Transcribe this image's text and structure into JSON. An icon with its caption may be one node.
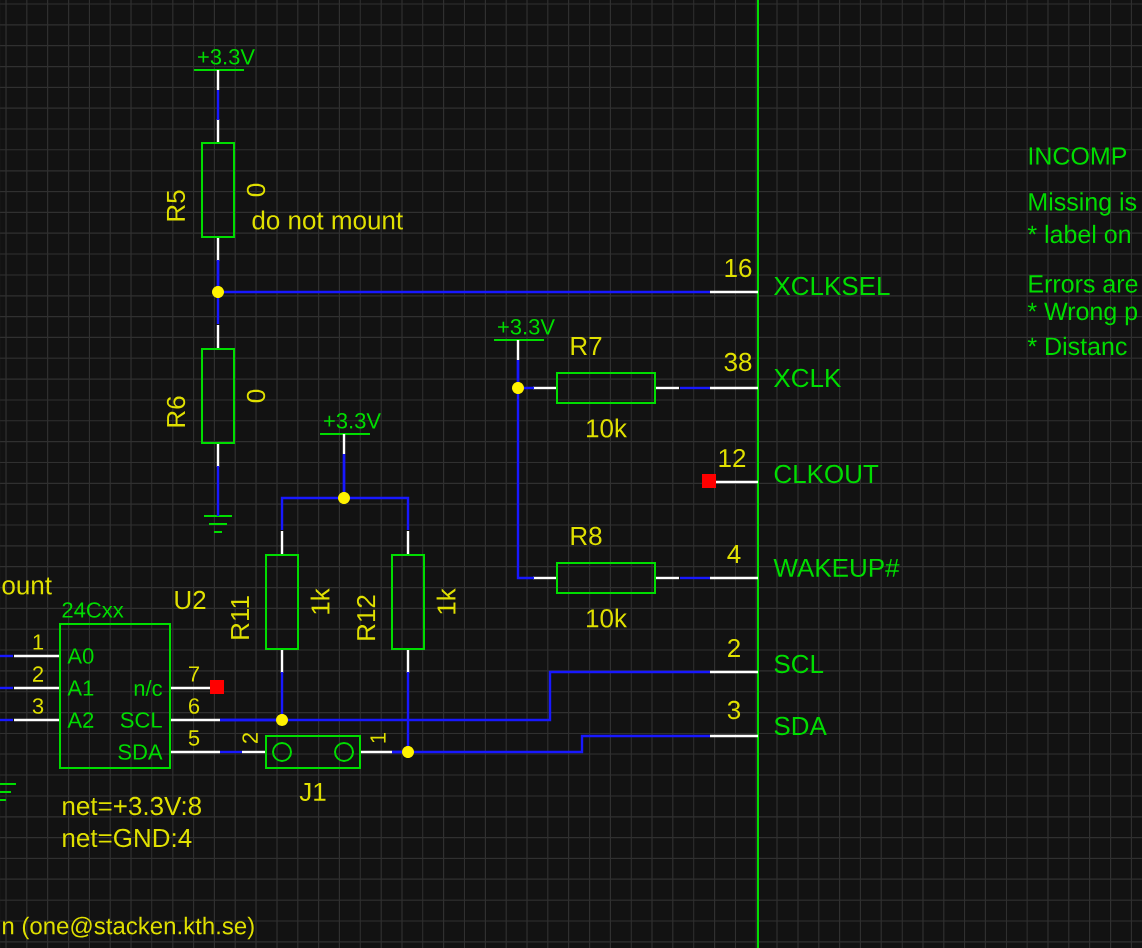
{
  "diagram": {
    "nodes": [
      {
        "text": [
          "+3.3V"
        ]
      },
      {
        "text": [
          "R5",
          "0"
        ],
        "beside": [
          "do not mount"
        ]
      },
      {
        "text": [
          "R6",
          "0"
        ]
      },
      {
        "text": [],
        "shape": "ground"
      },
      {
        "text": [
          "+3.3V"
        ]
      },
      {
        "text": [
          "R7",
          "10k"
        ]
      },
      {
        "text": [
          "R8",
          "10k"
        ]
      },
      {
        "text": [
          "+3.3V"
        ]
      },
      {
        "text": [
          "R11",
          "1k"
        ]
      },
      {
        "text": [
          "R12",
          "1k"
        ]
      },
      {
        "text": [
          "24Cxx",
          "U2",
          "A0",
          "A1",
          "A2",
          "n/c",
          "SCL",
          "SDA"
        ],
        "beside": [
          "net=+3.3V:8",
          "net=GND:4"
        ]
      },
      {
        "text": [
          "J1"
        ]
      },
      {
        "text": [
          "XCLKSEL",
          "XCLK",
          "CLKOUT",
          "WAKEUP#",
          "SCL",
          "SDA"
        ]
      },
      {
        "text": [],
        "shape": "ground"
      }
    ],
    "edges": [
      {
        "from": 0,
        "to": 1,
        "arrow": "none"
      },
      {
        "from": 1,
        "to": 2,
        "arrow": "none"
      },
      {
        "from": 1,
        "to": 12,
        "arrow": "none"
      },
      {
        "from": 2,
        "to": 3,
        "arrow": "none"
      },
      {
        "from": 4,
        "to": 5,
        "arrow": "none"
      },
      {
        "from": 4,
        "to": 6,
        "arrow": "none"
      },
      {
        "from": 5,
        "to": 12,
        "arrow": "none"
      },
      {
        "from": 6,
        "to": 12,
        "arrow": "none"
      },
      {
        "from": 7,
        "to": 8,
        "arrow": "none"
      },
      {
        "from": 7,
        "to": 9,
        "arrow": "none"
      },
      {
        "from": 8,
        "to": 10,
        "arrow": "none"
      },
      {
        "from": 10,
        "to": 12,
        "arrow": "none"
      },
      {
        "from": 9,
        "to": 11,
        "arrow": "none"
      },
      {
        "from": 11,
        "to": 12,
        "arrow": "none"
      },
      {
        "from": 10,
        "to": 11,
        "arrow": "none"
      },
      {
        "from": null,
        "to": 10,
        "arrow": "none"
      },
      {
        "from": null,
        "to": 10,
        "arrow": "none"
      },
      {
        "from": null,
        "to": 10,
        "arrow": "none"
      }
    ],
    "labels": [
      "16",
      "38",
      "12",
      "4",
      "ount",
      "2",
      "3",
      "1",
      "2",
      "3",
      "7",
      "6",
      "5",
      "2",
      "1",
      "INCOMP",
      "Missing is",
      "* label on",
      "Errors are",
      "* Wrong p",
      "* Distanc",
      "n (one@stacken.kth.se)"
    ]
  }
}
